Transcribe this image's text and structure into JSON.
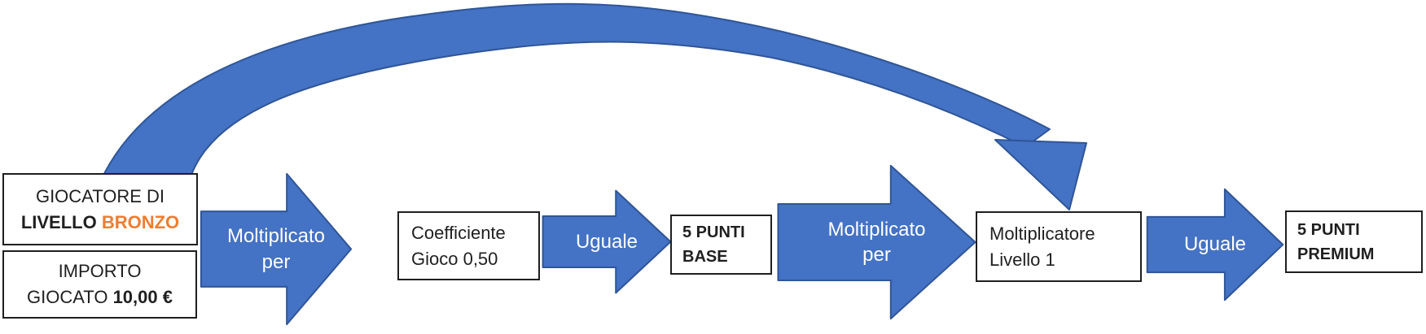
{
  "diagram": {
    "player_box": {
      "line1": "GIOCATORE DI",
      "level_label": "LIVELLO",
      "level_value": "BRONZO"
    },
    "amount_box": {
      "line1": "IMPORTO",
      "label": "GIOCATO",
      "value": "10,00 €"
    },
    "multiply_arrow_1": {
      "line1": "Moltiplicato",
      "line2": "per"
    },
    "coefficient_box": {
      "line1": "Coefficiente",
      "line2": "Gioco 0,50"
    },
    "equals_arrow_1": {
      "label": "Uguale"
    },
    "base_points_box": {
      "line1": "5 PUNTI",
      "line2": "BASE"
    },
    "multiply_arrow_2": {
      "line1": "Moltiplicato",
      "line2": "per"
    },
    "multiplier_box": {
      "line1": "Moltiplicatore",
      "line2": "Livello 1"
    },
    "equals_arrow_2": {
      "label": "Uguale"
    },
    "premium_points_box": {
      "line1": "5 PUNTI",
      "line2": "PREMIUM"
    }
  },
  "colors": {
    "arrow_fill": "#4472C4",
    "arrow_border": "#2F5597",
    "arrow_text": "#FFFFFF",
    "box_border": "#1F1F1F",
    "text": "#1F1F1F",
    "bronze_highlight": "#ED7D31",
    "background": "#FFFFFF"
  }
}
